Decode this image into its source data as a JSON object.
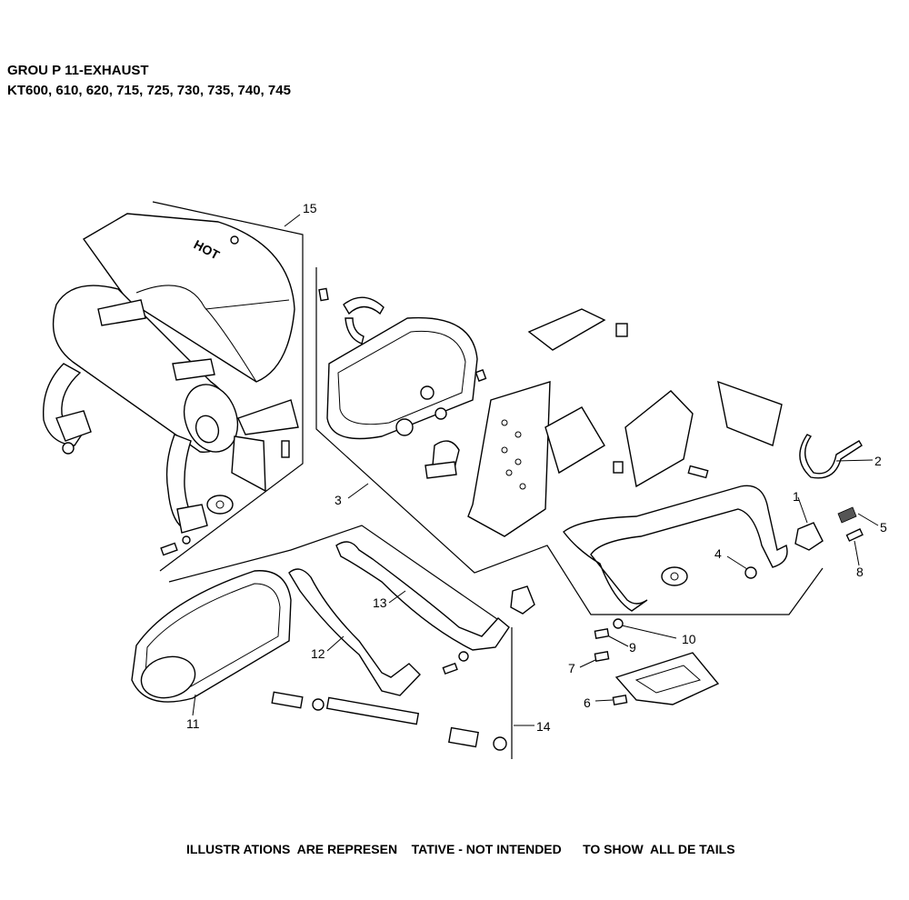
{
  "header": {
    "group_title": "GROU P 11-EXHAUST",
    "models": "KT600, 610, 620, 715, 725, 730, 735, 740, 745"
  },
  "diagram": {
    "callouts": [
      "1",
      "2",
      "3",
      "4",
      "5",
      "6",
      "7",
      "8",
      "9",
      "10",
      "11",
      "12",
      "13",
      "14",
      "15"
    ],
    "heat_shield_text": "HOT"
  },
  "footer": {
    "disclaimer": "ILLUSTR ATIONS  ARE REPRESEN    TATIVE - NOT INTENDED      TO SHOW  ALL DE TAILS"
  }
}
